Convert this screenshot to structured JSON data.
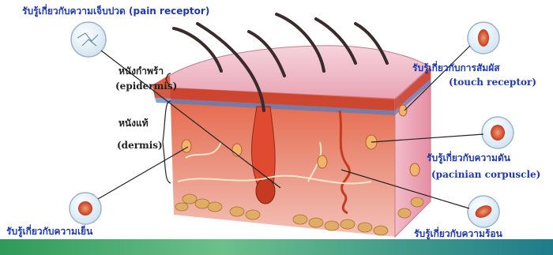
{
  "labels": {
    "pain_receptor": "รับรู้เกี่ยวกับความเจ็บปวด (pain receptor)",
    "epidermis_th": "หนังกำพร้า",
    "epidermis_en": "(epidermis)",
    "dermis_th": "หนังแท้",
    "dermis_en": "(dermis)",
    "touch_th": "รับรู้เกี่ยวกับการสัมผัส",
    "touch_en": "(touch receptor)",
    "pressure_th": "รับรู้เกี่ยวกับความดัน",
    "pressure_en": "(pacinian corpuscle)",
    "cold_th": "รับรู้เกี่ยวกับความเย็น",
    "heat_th": "รับรู้เกี่ยวกับความร้อน"
  },
  "colors": {
    "label_blue": "#1f3aa8",
    "skin_surface": "#f0b8c4",
    "tissue_red": "#d9452c",
    "fat": "#d9a35c",
    "hair": "#3a2b2b"
  }
}
